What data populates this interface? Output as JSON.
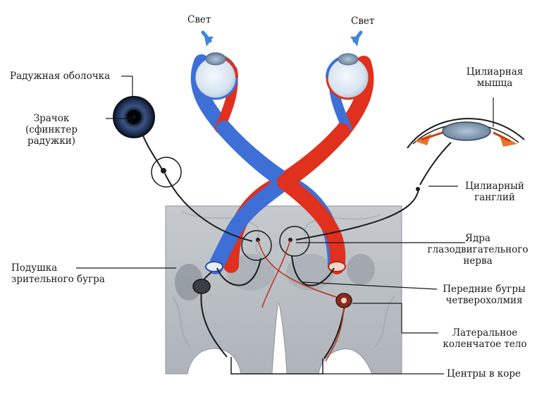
{
  "labels": {
    "light_left": "Свет",
    "light_right": "Свет",
    "iris": "Радужная оболочка",
    "pupil_line1": "Зрачок",
    "pupil_line2": "(сфинктер",
    "pupil_line3": "радужки)",
    "ciliary_muscle_line1": "Цилиарная",
    "ciliary_muscle_line2": "мышца",
    "ciliary_ganglion_line1": "Цилиарный",
    "ciliary_ganglion_line2": "ганглий",
    "oculomotor_line1": "Ядра",
    "oculomotor_line2": "глазодвигательного",
    "oculomotor_line3": "нерва",
    "pulvinar_line1": "Подушка",
    "pulvinar_line2": "зрительного бугра",
    "superior_colliculi_line1": "Передние бугры",
    "superior_colliculi_line2": "четверохолмия",
    "lgn_line1": "Латеральное",
    "lgn_line2": "коленчатое тело",
    "cortex": "Центры в коре"
  },
  "colors": {
    "nerve_blue": "#3d6fd6",
    "nerve_red": "#e0301e",
    "brain_gray": "#b9bec4",
    "light_arrow": "#3f86d8",
    "iris_dark": "#1c2a44",
    "eye_white": "#dde9f5",
    "muscle_orange": "#e8742a"
  }
}
